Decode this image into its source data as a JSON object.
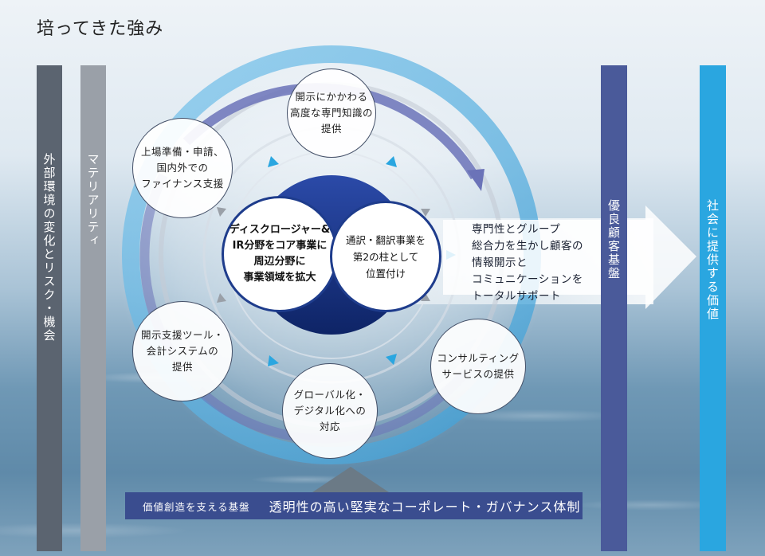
{
  "title": "培ってきた強み",
  "left_bars": {
    "external": "外部環境の変化とリスク・機会",
    "materiality": "マテリアリティ"
  },
  "right_bars": {
    "customer_base": "優良顧客基盤",
    "social_value": "社会に提供する価値"
  },
  "outer_nodes": {
    "top": [
      "開示にかかわる",
      "高度な専門知識の",
      "提供"
    ],
    "upper_left": [
      "上場準備・申請、",
      "国内外での",
      "ファイナンス支援"
    ],
    "lower_left": [
      "開示支援ツール・",
      "会計システムの",
      "提供"
    ],
    "bottom": [
      "グローバル化・",
      "デジタル化への",
      "対応"
    ],
    "lower_right": [
      "コンサルティング",
      "サービスの提供"
    ]
  },
  "core": {
    "left": [
      "ディスクロージャー&",
      "IR分野をコア事業に",
      "周辺分野に",
      "事業領域を拡大"
    ],
    "right": [
      "通訳・翻訳事業を",
      "第2の柱として",
      "位置付け"
    ]
  },
  "support_text": [
    "専門性とグループ",
    "総合力を生かし顧客の",
    "情報開示と",
    "コミュニケーションを",
    "トータルサポート"
  ],
  "foundation": {
    "label": "価値創造を支える基盤",
    "text": "透明性の高い堅実なコーポレート・ガバナンス体制"
  },
  "colors": {
    "external_bar": "#5b6470",
    "materiality_bar": "#9aa0a8",
    "customer_bar": "#4a5a9a",
    "social_bar": "#2aa6e0",
    "core_border": "#1e3c8c",
    "foundation_bg": "#3a4d8f"
  }
}
